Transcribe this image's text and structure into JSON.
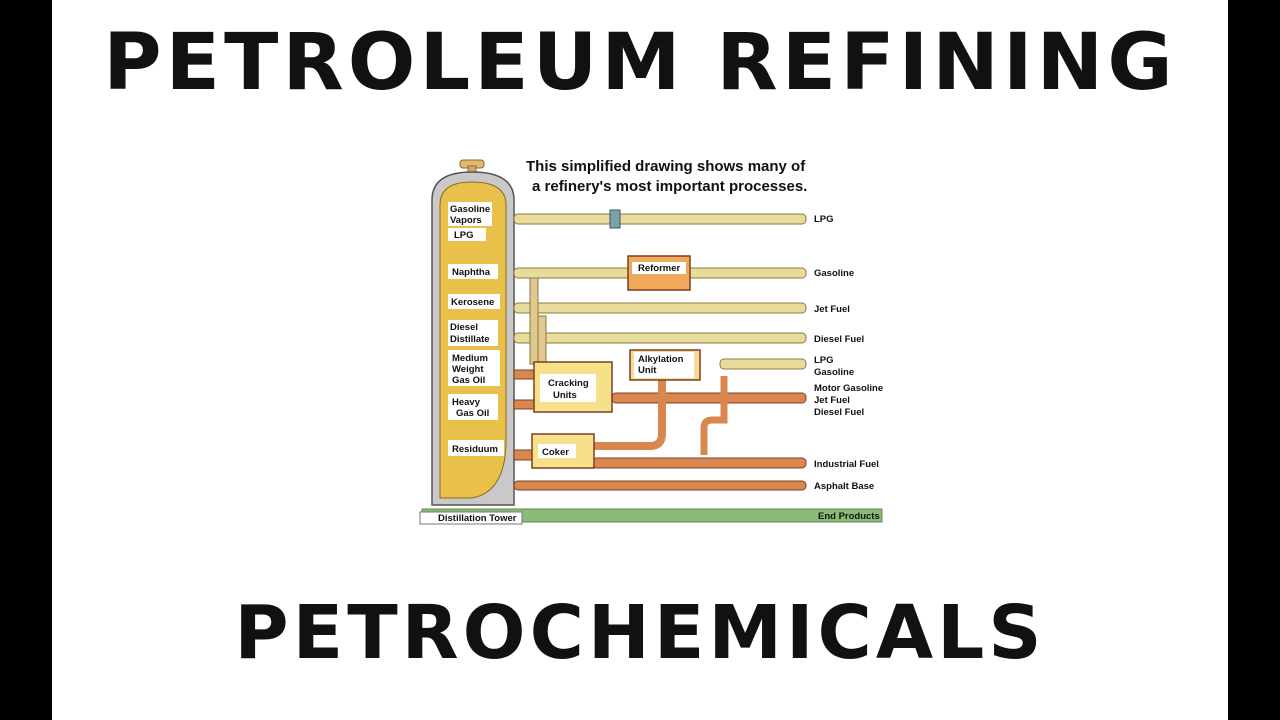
{
  "titles": {
    "top": "PETROLEUM REFINING",
    "bottom": "PETROCHEMICALS"
  },
  "diagram": {
    "caption_line1": "This simplified drawing shows many of",
    "caption_line2": "a refinery's most important processes.",
    "tower_label": "Distillation Tower",
    "end_products_label": "End Products",
    "tower_fractions": {
      "gasoline_vapors_1": "Gasoline",
      "gasoline_vapors_2": "Vapors",
      "lpg": "LPG",
      "naphtha": "Naphtha",
      "kerosene": "Kerosene",
      "diesel_1": "Diesel",
      "diesel_2": "Distillate",
      "medium_1": "Medium",
      "medium_2": "Weight",
      "medium_3": "Gas Oil",
      "heavy_1": "Heavy",
      "heavy_2": "Gas Oil",
      "residuum": "Residuum"
    },
    "units": {
      "reformer": "Reformer",
      "alkylation_1": "Alkylation",
      "alkylation_2": "Unit",
      "cracking_1": "Cracking",
      "cracking_2": "Units",
      "coker": "Coker"
    },
    "products": {
      "lpg": "LPG",
      "gasoline": "Gasoline",
      "jet_fuel": "Jet Fuel",
      "diesel_fuel": "Diesel Fuel",
      "lpg_2": "LPG",
      "gasoline_2": "Gasoline",
      "motor_gasoline": "Motor Gasoline",
      "jet_fuel_2": "Jet Fuel",
      "diesel_fuel_2": "Diesel Fuel",
      "industrial_fuel": "Industrial Fuel",
      "asphalt_base": "Asphalt Base"
    },
    "colors": {
      "light_pipe": "#e8dc9c",
      "orange_pipe": "#d9874f",
      "tower": "#e9c04a",
      "ground": "#8dbb77"
    }
  }
}
